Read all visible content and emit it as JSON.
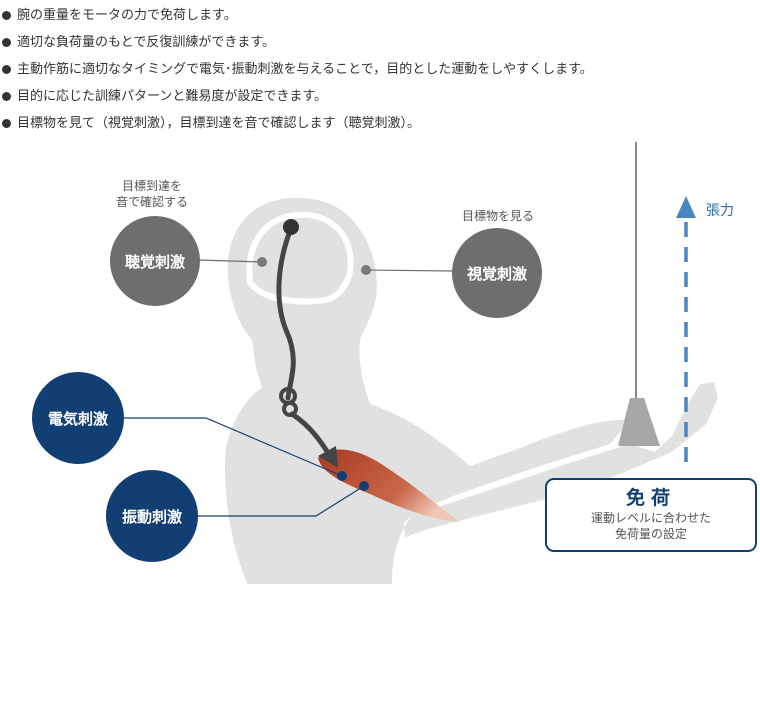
{
  "bullets": [
    "腕の重量をモータの力で免荷します。",
    "適切な負荷量のもとで反復訓練ができます。",
    "主動作筋に適切なタイミングで電気･振動刺激を与えることで，目的とした運動をしやすくします。",
    "目的に応じた訓練パターンと難易度が設定できます。",
    "目標物を見て（視覚刺激），目標到達を音で確認します（聴覚刺激）。"
  ],
  "diagram": {
    "hearing": {
      "caption_line1": "目標到達を",
      "caption_line2": "音で確認する",
      "label": "聴覚刺激"
    },
    "vision": {
      "caption": "目標物を見る",
      "label": "視覚刺激"
    },
    "electric": {
      "label": "電気刺激"
    },
    "vibration": {
      "label": "振動刺激"
    },
    "tension": {
      "label": "張力"
    },
    "menka": {
      "title": "免荷",
      "desc_line1": "運動レベルに合わせた",
      "desc_line2": "免荷量の設定"
    }
  },
  "colors": {
    "navy": "#123f73",
    "gray_circle": "#6e6e6e",
    "body_silhouette": "#e1e1e1",
    "muscle": "#b5472a",
    "arrow_blue": "#4a86bf"
  },
  "icons": [
    "brain-outline",
    "nerve-path-arrow",
    "muscle",
    "cable",
    "tension-arrow-icon"
  ]
}
